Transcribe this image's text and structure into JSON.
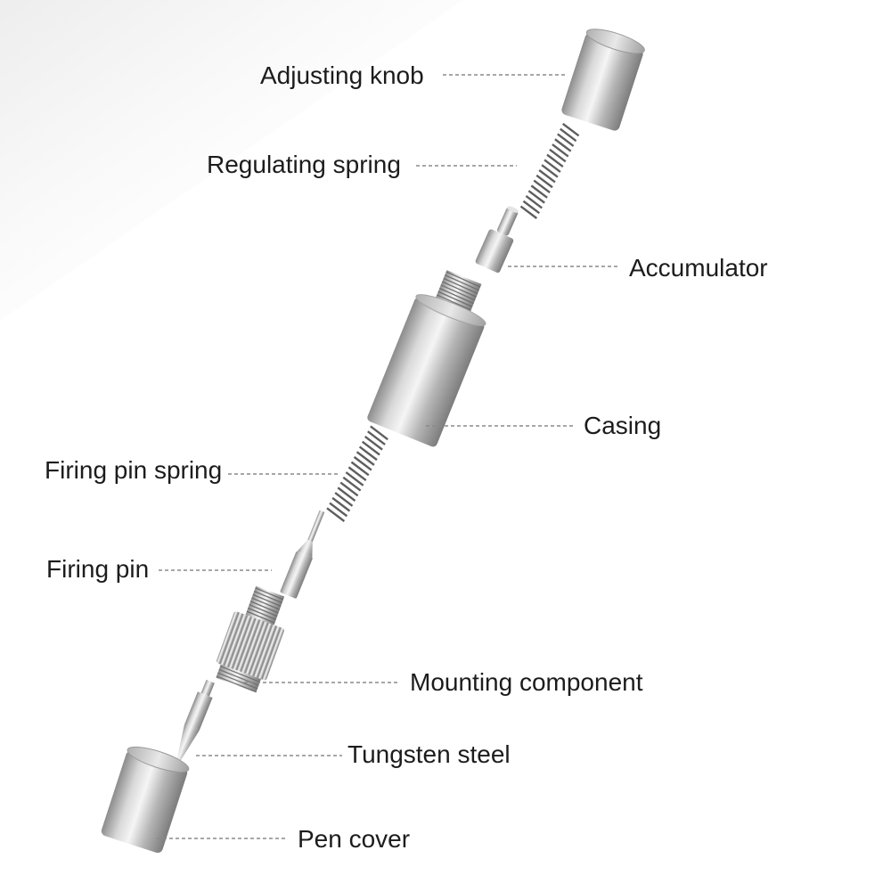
{
  "labels": {
    "adjusting_knob": "Adjusting knob",
    "regulating_spring": "Regulating spring",
    "accumulator": "Accumulator",
    "casing": "Casing",
    "firing_pin_spring": "Firing pin spring",
    "firing_pin": "Firing pin",
    "mounting_component": "Mounting component",
    "tungsten_steel": "Tungsten steel",
    "pen_cover": "Pen cover"
  },
  "colors": {
    "background": "#ffffff",
    "text": "#1c1c1c",
    "leader_line": "#8a8a8a",
    "metal_dark": "#8c8c8c",
    "metal_light": "#f2f2f2"
  }
}
